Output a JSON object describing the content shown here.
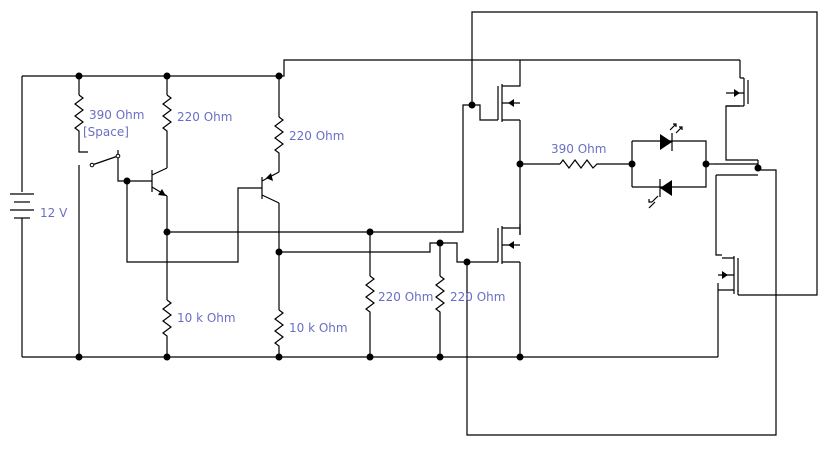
{
  "battery": {
    "label": "12 V"
  },
  "switch": {
    "label": "[Space]"
  },
  "resistors": [
    {
      "id": "r-top-left",
      "label": "390  Ohm"
    },
    {
      "id": "r-q1-collector",
      "label": "220  Ohm"
    },
    {
      "id": "r-q2-emitter",
      "label": "220  Ohm"
    },
    {
      "id": "r-q1-emitter",
      "label": "10 k Ohm"
    },
    {
      "id": "r-q2-collector",
      "label": "10 k Ohm"
    },
    {
      "id": "r-gate-1",
      "label": "220  Ohm"
    },
    {
      "id": "r-gate-2",
      "label": "220  Ohm"
    },
    {
      "id": "r-led",
      "label": "390  Ohm"
    }
  ],
  "colors": {
    "wire": "#000000",
    "label": "#6a6fc4"
  }
}
